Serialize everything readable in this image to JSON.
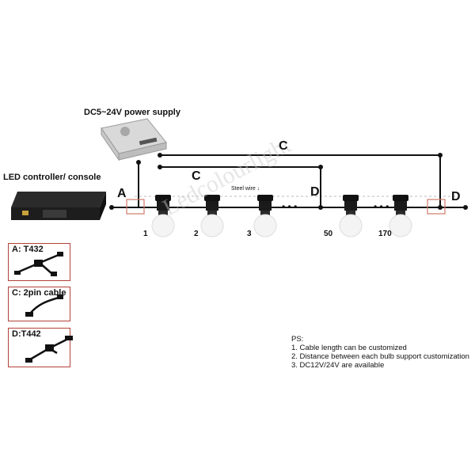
{
  "power_supply": {
    "label": "DC5~24V power supply"
  },
  "controller": {
    "label": "LED controller/ console"
  },
  "connectors": {
    "a": "A",
    "c_top": "C",
    "c_mid": "C",
    "d_mid": "D",
    "d_end": "D"
  },
  "steel_wire": {
    "label": "Steel wire ↓"
  },
  "bulbs": [
    "1",
    "2",
    "3",
    "50",
    "170"
  ],
  "legend": [
    {
      "label": "A: T432"
    },
    {
      "label": "C: 2pin cable"
    },
    {
      "label": "D:T442"
    }
  ],
  "notes": {
    "title": "PS:",
    "items": [
      "1. Cable length can be customized",
      "2. Distance between each bulb support customization",
      "3. DC12V/24V are available"
    ]
  },
  "watermark": "Ledcolourlight"
}
